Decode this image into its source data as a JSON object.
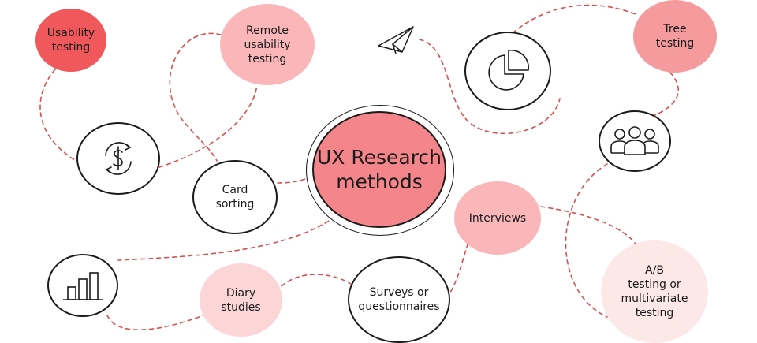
{
  "palette": {
    "red": "#f0585c",
    "coral": "#f4858a",
    "salmon": "#f59a9d",
    "pink_mid": "#fab6b8",
    "pink_light": "#fcd6d7",
    "pink_pale": "#fde8e8",
    "connector": "#d94e50",
    "outline": "#1a1a1a"
  },
  "diagram": {
    "center": {
      "lines": [
        "UX",
        "Research",
        "methods"
      ]
    },
    "methods": [
      {
        "id": "usability-testing",
        "lines": [
          "Usability",
          "testing"
        ]
      },
      {
        "id": "remote-usability-testing",
        "lines": [
          "Remote",
          "usability",
          "testing"
        ]
      },
      {
        "id": "tree-testing",
        "lines": [
          "Tree",
          "testing"
        ]
      },
      {
        "id": "card-sorting",
        "lines": [
          "Card",
          "sorting"
        ]
      },
      {
        "id": "interviews",
        "lines": [
          "Interviews"
        ]
      },
      {
        "id": "diary-studies",
        "lines": [
          "Diary",
          "studies"
        ]
      },
      {
        "id": "surveys",
        "lines": [
          "Surveys or",
          "questionnaires"
        ]
      },
      {
        "id": "ab-testing",
        "lines": [
          "A/B",
          "testing or",
          "multivariate",
          "testing"
        ]
      }
    ],
    "icons": [
      "dollar-cycle-icon",
      "pie-chart-icon",
      "people-group-icon",
      "bar-chart-icon",
      "paper-plane-icon"
    ]
  }
}
